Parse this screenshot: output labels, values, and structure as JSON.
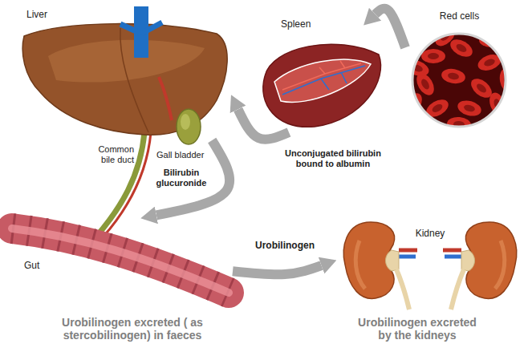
{
  "diagram": {
    "nodes": [
      {
        "text": [
          "Liver"
        ]
      },
      {
        "text": [
          "Spleen"
        ]
      },
      {
        "text": [
          "Red cells"
        ]
      },
      {
        "text": [
          "Gut"
        ]
      },
      {
        "text": [
          "Kidney"
        ]
      }
    ],
    "edges": [
      {
        "from": 2,
        "to": 1,
        "arrow": "to"
      },
      {
        "from": 1,
        "to": 0,
        "label": "Unconjugated bilirubin bound to albumin",
        "arrow": "to"
      },
      {
        "from": 0,
        "to": 3,
        "label": "Bilirubin glucuronide",
        "arrow": "to"
      },
      {
        "from": 3,
        "to": 4,
        "label": "Urobilinogen",
        "arrow": "to"
      }
    ],
    "labels": [
      "Common bile duct",
      "Gall bladder",
      "Urobilinogen excreted ( as stercobilinogen) in faeces",
      "Urobilinogen excreted by the kidneys"
    ]
  }
}
